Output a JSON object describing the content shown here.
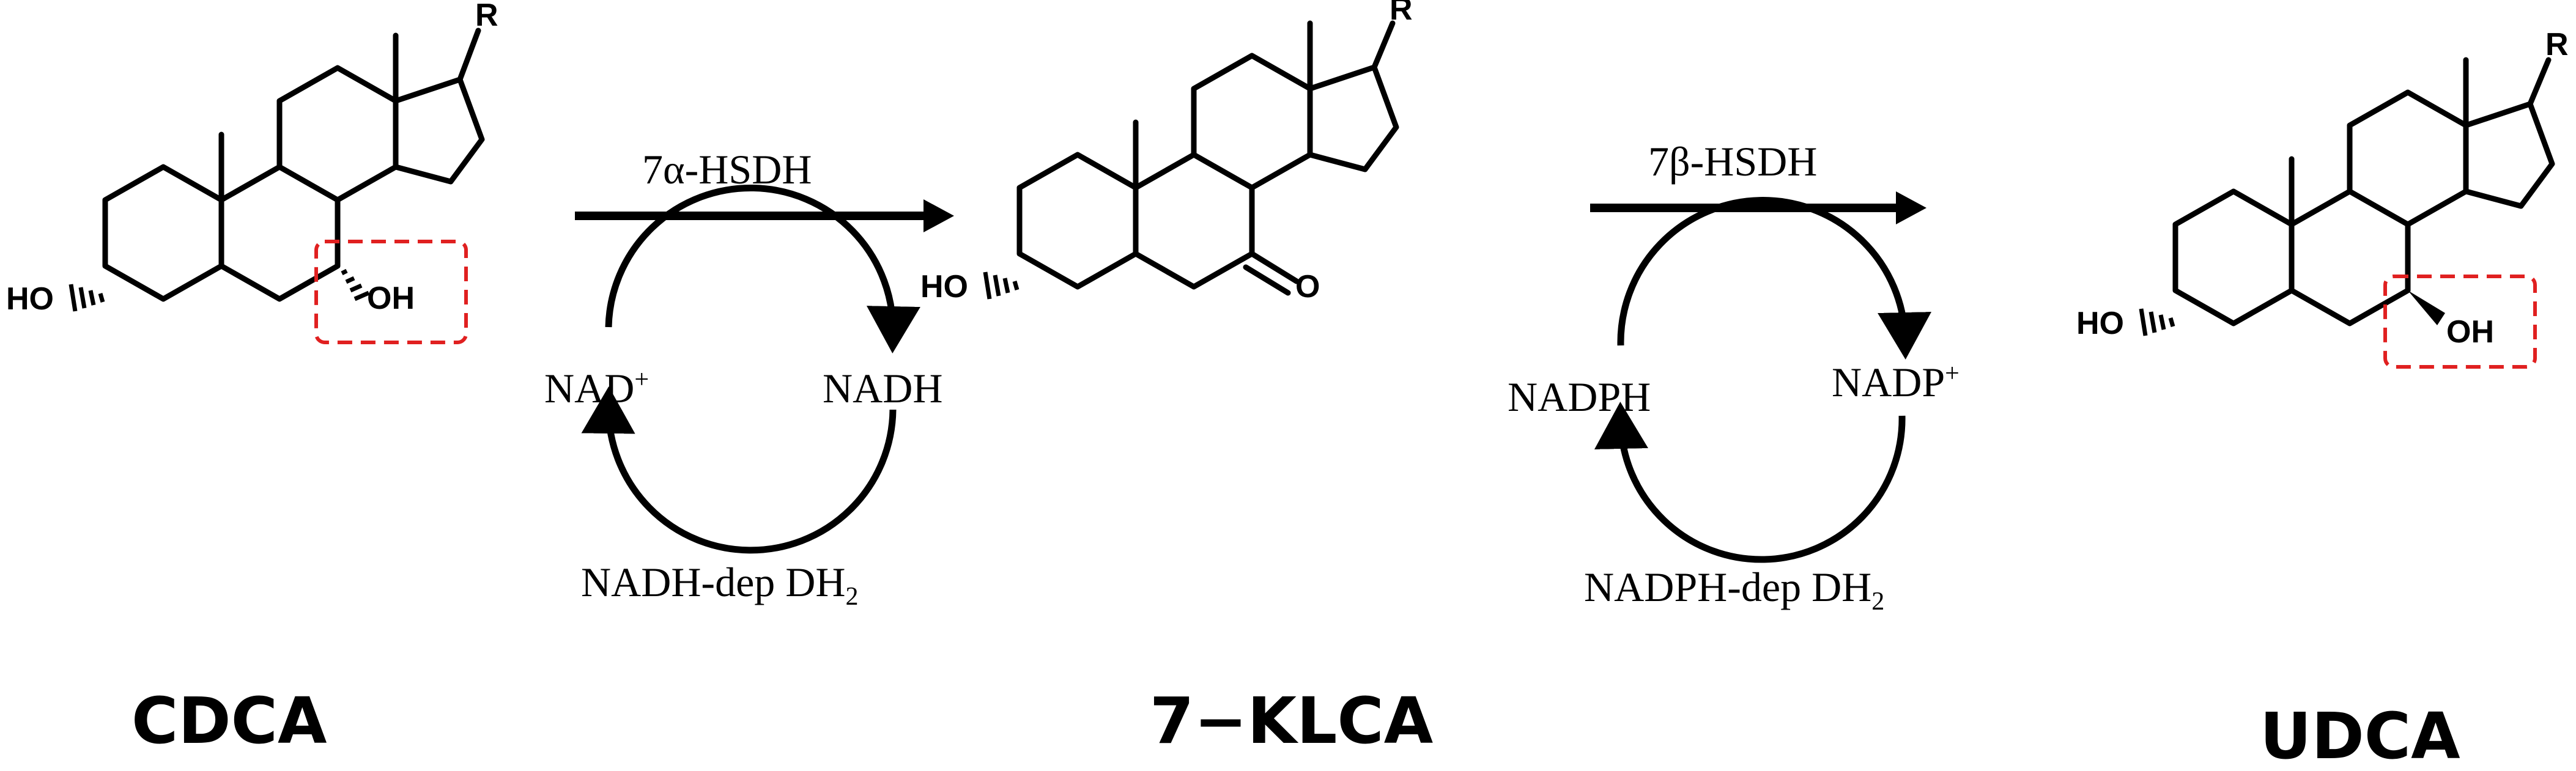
{
  "colors": {
    "ink": "#000000",
    "highlight": "#e02020",
    "background": "#ffffff"
  },
  "molecules": [
    {
      "id": "cdca",
      "name": "CDCA",
      "r_group": "R",
      "oh3": "HO",
      "oh7": "OH",
      "oh7_orientation": "alpha (hashed wedge)",
      "highlighted_group": "7-OH"
    },
    {
      "id": "klca",
      "name": "7−KLCA",
      "r_group": "R",
      "oh3": "HO",
      "keto": "O"
    },
    {
      "id": "udca",
      "name": "UDCA",
      "r_group": "R",
      "oh3": "HO",
      "oh7": "OH",
      "oh7_orientation": "beta (bold wedge)",
      "highlighted_group": "7-OH"
    }
  ],
  "reactions": [
    {
      "id": "step1",
      "enzyme_prefix": "7",
      "enzyme_greek": "α",
      "enzyme_suffix": "-HSDH",
      "cofactor_left": "NAD",
      "cofactor_left_sup": "+",
      "cofactor_right": "NADH",
      "regen_main": "NADH-dep DH",
      "regen_sub": "2"
    },
    {
      "id": "step2",
      "enzyme_prefix": "7",
      "enzyme_greek": "β",
      "enzyme_suffix": "-HSDH",
      "cofactor_left": "NADPH",
      "cofactor_right": "NADP",
      "cofactor_right_sup": "+",
      "regen_main": "NADPH-dep DH",
      "regen_sub": "2"
    }
  ]
}
